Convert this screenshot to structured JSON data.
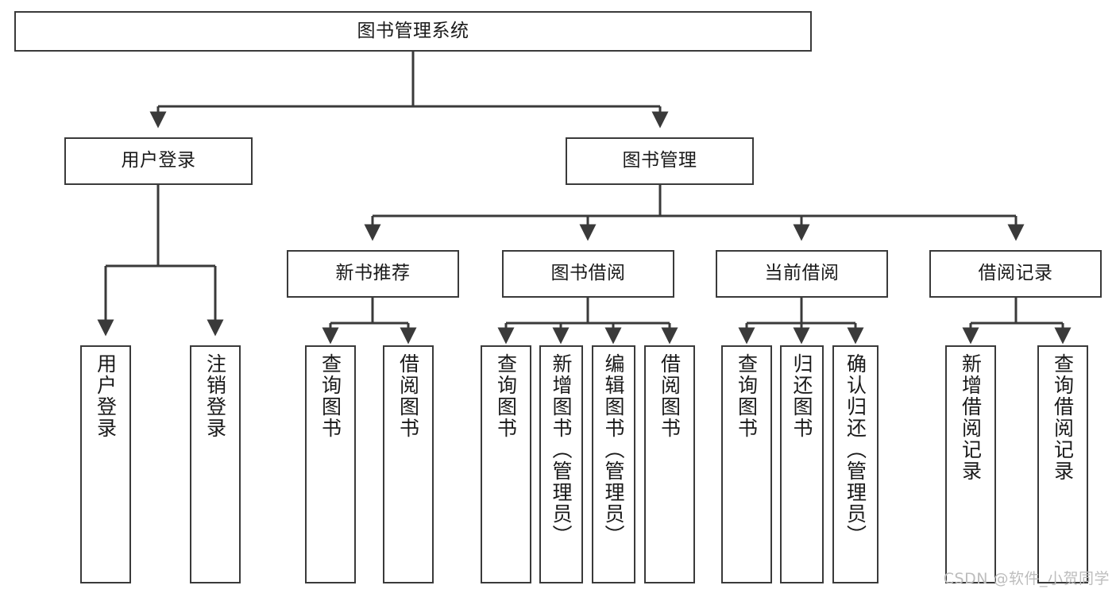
{
  "diagram": {
    "title": "图书管理系统",
    "watermark": "CSDN @软件_小贺同学",
    "line_color": "#3a3a3a",
    "box_border_color": "#3a3a3a",
    "box_fill_color": "#ffffff",
    "text_color": "#1a1a1a",
    "watermark_color": "#bdbdbd"
  },
  "nodes": {
    "root": {
      "label": "图书管理系统"
    },
    "level2": [
      {
        "label": "用户登录"
      },
      {
        "label": "图书管理"
      }
    ],
    "level3": [
      {
        "label": "新书推荐"
      },
      {
        "label": "图书借阅"
      },
      {
        "label": "当前借阅"
      },
      {
        "label": "借阅记录"
      }
    ],
    "leaves": {
      "user_login": [
        {
          "label": "用户登录"
        },
        {
          "label": "注销登录"
        }
      ],
      "new_book_recommend": [
        {
          "label": "查询图书"
        },
        {
          "label": "借阅图书"
        }
      ],
      "book_borrow": [
        {
          "label": "查询图书"
        },
        {
          "label": "新增图书（管理员）"
        },
        {
          "label": "编辑图书（管理员）"
        },
        {
          "label": "借阅图书"
        }
      ],
      "current_borrow": [
        {
          "label": "查询图书"
        },
        {
          "label": "归还图书"
        },
        {
          "label": "确认归还（管理员）"
        }
      ],
      "borrow_record": [
        {
          "label": "新增借阅记录"
        },
        {
          "label": "查询借阅记录"
        }
      ]
    }
  }
}
